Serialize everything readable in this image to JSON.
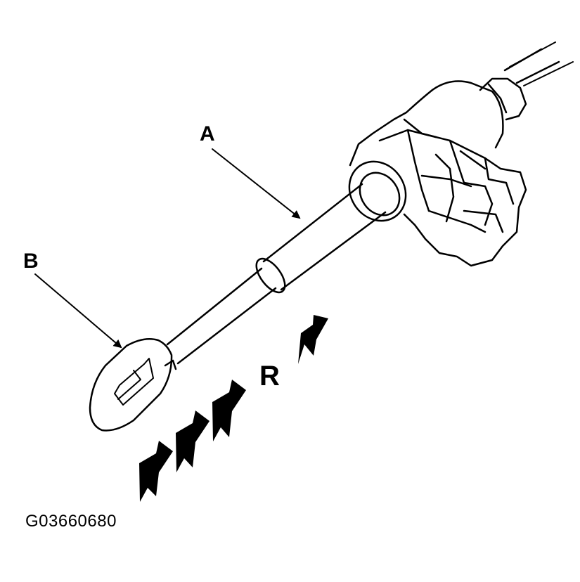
{
  "labels": {
    "a": "A",
    "b": "B",
    "direction": "R"
  },
  "figure_id": "G03660680",
  "colors": {
    "ink": "#000000",
    "paper": "#ffffff"
  },
  "icons": [
    "direction-arrow-icon",
    "leader-arrow-icon"
  ]
}
